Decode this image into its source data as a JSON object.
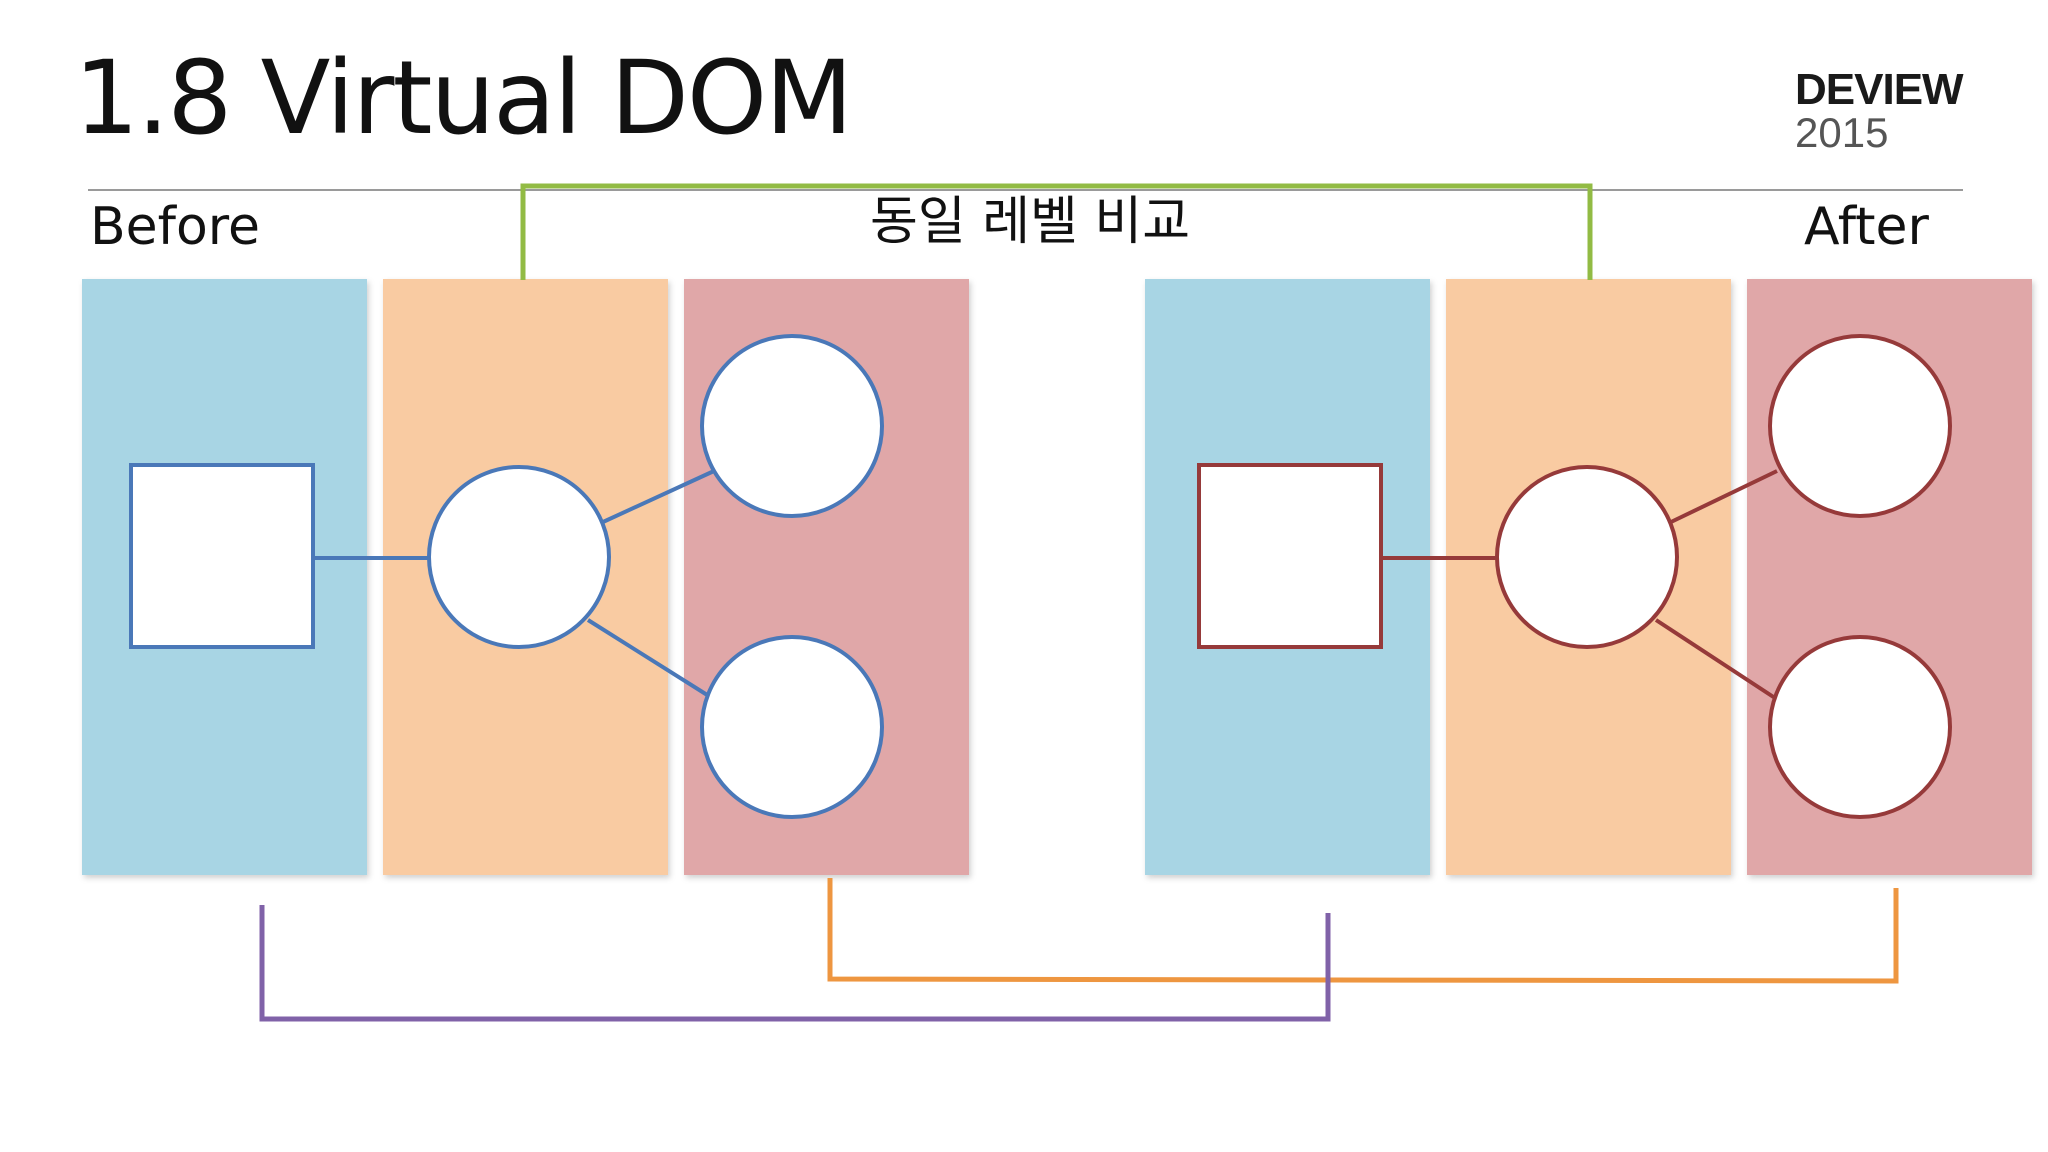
{
  "slide": {
    "title": "1.8 Virtual DOM",
    "logo_name": "DEVIEW",
    "logo_year": "2015"
  },
  "diagram": {
    "before_label": "Before",
    "after_label": "After",
    "comparison_label": "동일 레벨 비교",
    "colors": {
      "level1": "#a8d5e4",
      "level2": "#f9cba2",
      "level3": "#e0a7a8",
      "before_tree": "#4a78b8",
      "after_tree": "#963a3a",
      "bracket_level1": "#8062a8",
      "bracket_level2": "#92bb44",
      "bracket_level3": "#ee9640"
    }
  }
}
